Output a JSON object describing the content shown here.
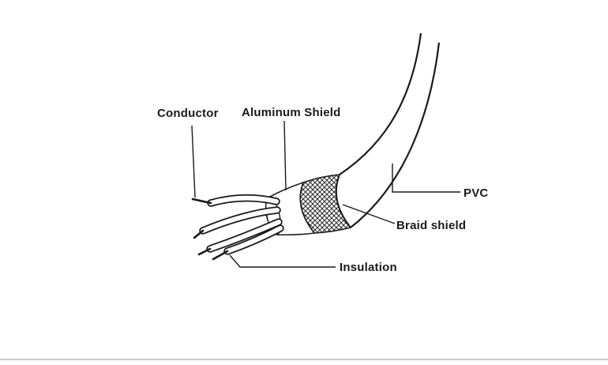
{
  "page": {
    "background": "#ffffff",
    "line_color": "#1a1a1a",
    "bottom_edge_color": "#c9c9c9"
  },
  "diagram": {
    "subject": "cable-construction-cutaway",
    "labels": {
      "conductor": "Conductor",
      "aluminum_shield": "Aluminum Shield",
      "pvc": "PVC",
      "braid_shield": "Braid shield",
      "insulation": "Insulation"
    }
  }
}
